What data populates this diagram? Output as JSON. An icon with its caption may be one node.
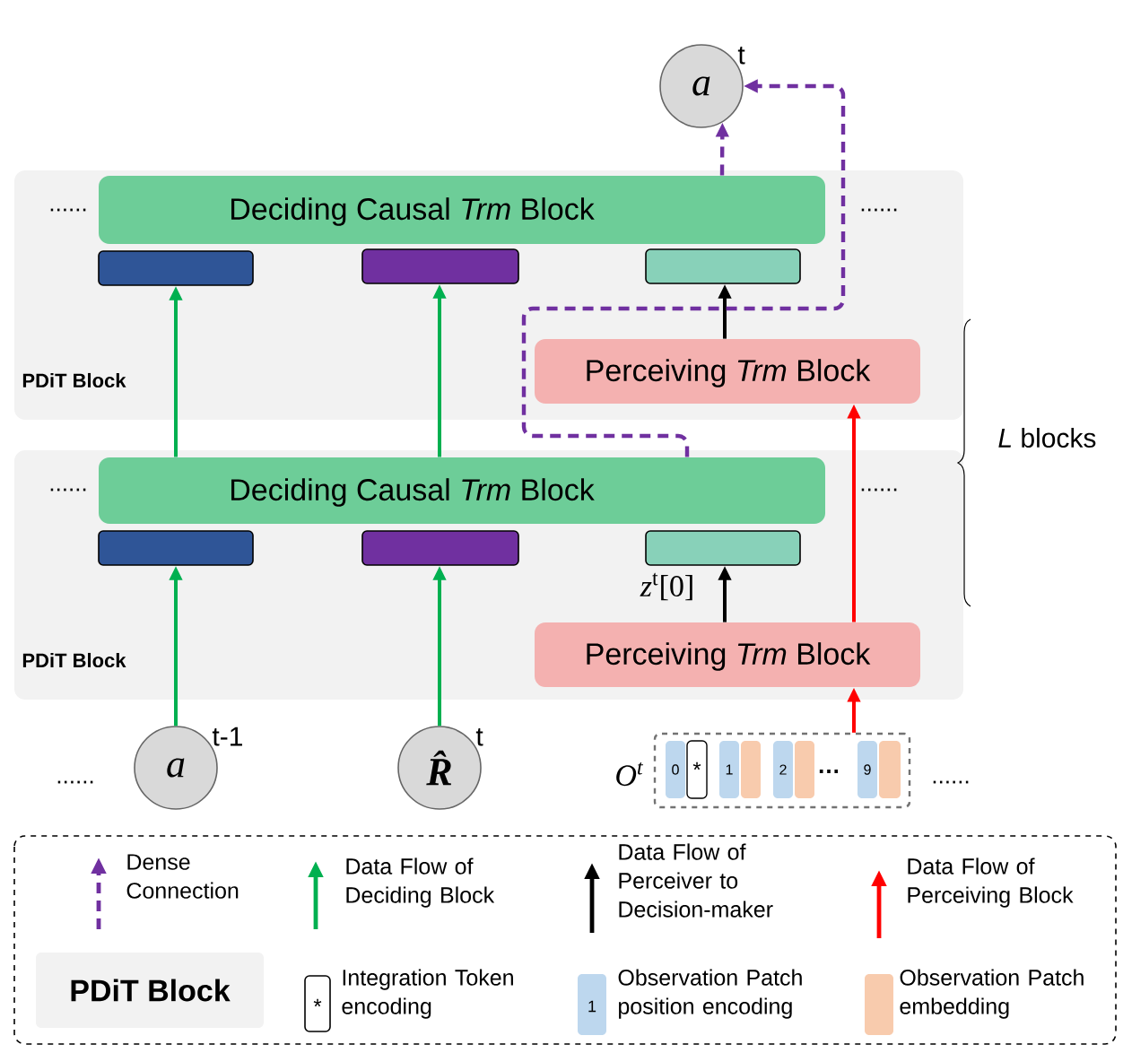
{
  "diagram": {
    "nodes": [
      {
        "text": [
          "PDiT Block"
        ]
      },
      {
        "text": [
          "Deciding Causal *Trm* Block"
        ],
        "in": 0
      },
      {
        "text": [],
        "shape": "box",
        "in": 0
      },
      {
        "text": [],
        "shape": "box",
        "in": 0
      },
      {
        "text": [],
        "shape": "box",
        "in": 0
      },
      {
        "text": [
          "Perceiving *Trm* Block"
        ],
        "in": 0
      },
      {
        "text": [
          "PDiT Block"
        ]
      },
      {
        "text": [
          "Deciding Causal *Trm* Block"
        ],
        "in": 6
      },
      {
        "text": [],
        "shape": "box",
        "in": 6
      },
      {
        "text": [],
        "shape": "box",
        "in": 6
      },
      {
        "text": [],
        "shape": "box",
        "in": 6
      },
      {
        "text": [
          "Perceiving *Trm* Block"
        ],
        "in": 6
      },
      {
        "text": [
          "a"
        ],
        "beside": [
          "t"
        ]
      },
      {
        "text": [
          "a"
        ],
        "beside": [
          "t-1"
        ]
      },
      {
        "text": [
          "R̂"
        ],
        "beside": [
          "t"
        ]
      },
      {
        "text": [],
        "shape": "box",
        "beside": [
          "O$^{t}$"
        ]
      },
      {
        "text": [
          "0"
        ],
        "in": 15
      },
      {
        "text": [
          "*"
        ],
        "in": 15
      },
      {
        "text": [
          "1"
        ],
        "in": 15
      },
      {
        "text": [],
        "shape": "box",
        "in": 15
      },
      {
        "text": [
          "2"
        ],
        "in": 15
      },
      {
        "text": [],
        "shape": "box",
        "in": 15
      },
      {
        "text": [
          "9"
        ],
        "in": 15
      },
      {
        "text": [],
        "shape": "box",
        "in": 15
      }
    ],
    "edges": [
      {
        "from": 13,
        "to": 8,
        "arrow": "to",
        "color": "#00b050"
      },
      {
        "from": 7,
        "to": 2,
        "arrow": "to",
        "color": "#00b050"
      },
      {
        "from": 14,
        "to": 9,
        "arrow": "to",
        "color": "#00b050"
      },
      {
        "from": 7,
        "to": 3,
        "arrow": "to",
        "color": "#00b050"
      },
      {
        "from": 11,
        "to": 10,
        "arrow": "to",
        "label": "*z*$^{t}$[0]",
        "color": "#000000"
      },
      {
        "from": 5,
        "to": 4,
        "arrow": "to",
        "color": "#000000"
      },
      {
        "from": 15,
        "to": 11,
        "arrow": "to",
        "color": "#ff0000"
      },
      {
        "from": 11,
        "to": 5,
        "arrow": "to",
        "color": "#ff0000"
      },
      {
        "from": 7,
        "to": 12,
        "arrow": "to",
        "style": "dashed",
        "color": "#7030a0"
      },
      {
        "from": 1,
        "to": 12,
        "arrow": "to",
        "style": "dashed",
        "color": "#7030a0"
      }
    ],
    "labels": [
      "......",
      "......",
      "*L* blocks",
      "......",
      "......",
      "......",
      "…",
      "......",
      "*",
      "1"
    ],
    "legend": [
      {
        "text": "Dense Connection"
      },
      {
        "text": "Data Flow of Deciding Block"
      },
      {
        "text": "Data Flow of Perceiver to Decision-maker"
      },
      {
        "text": "Data Flow of Perceiving Block"
      },
      {
        "text": "PDiT Block",
        "color": "#f2f2f2"
      },
      {
        "text": "Integration Token encoding"
      },
      {
        "text": "Observation Patch position encoding",
        "color": "#bdd7ee"
      },
      {
        "text": "Observation Patch embedding",
        "color": "#f8cbad"
      }
    ]
  }
}
